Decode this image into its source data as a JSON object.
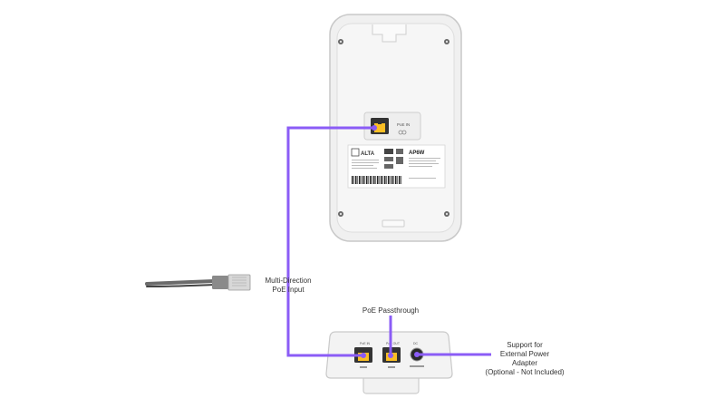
{
  "diagram": {
    "accent_color": "#8b5cf6",
    "cable_color": "#555555",
    "device_fill": "#f1f1f1",
    "device_stroke": "#c9c9c9"
  },
  "labels": {
    "multi_direction_line1": "Multi-Direction",
    "multi_direction_line2": "PoE Input",
    "passthrough": "PoE Passthrough",
    "support_line1": "Support for",
    "support_line2": "External Power",
    "support_line3": "Adapter",
    "support_line4": "(Optional - Not Included)"
  },
  "back_panel": {
    "port_label": "PoE IN",
    "brand": "ALTA",
    "model": "AP6W"
  },
  "mount": {
    "port1_label": "PoE IN",
    "port2_label": "PoE OUT",
    "dc_label": "DC"
  },
  "icons": [
    "rj45-plug-icon",
    "ethernet-port-icon",
    "dc-jack-icon",
    "screw-icon",
    "barcode-icon"
  ]
}
